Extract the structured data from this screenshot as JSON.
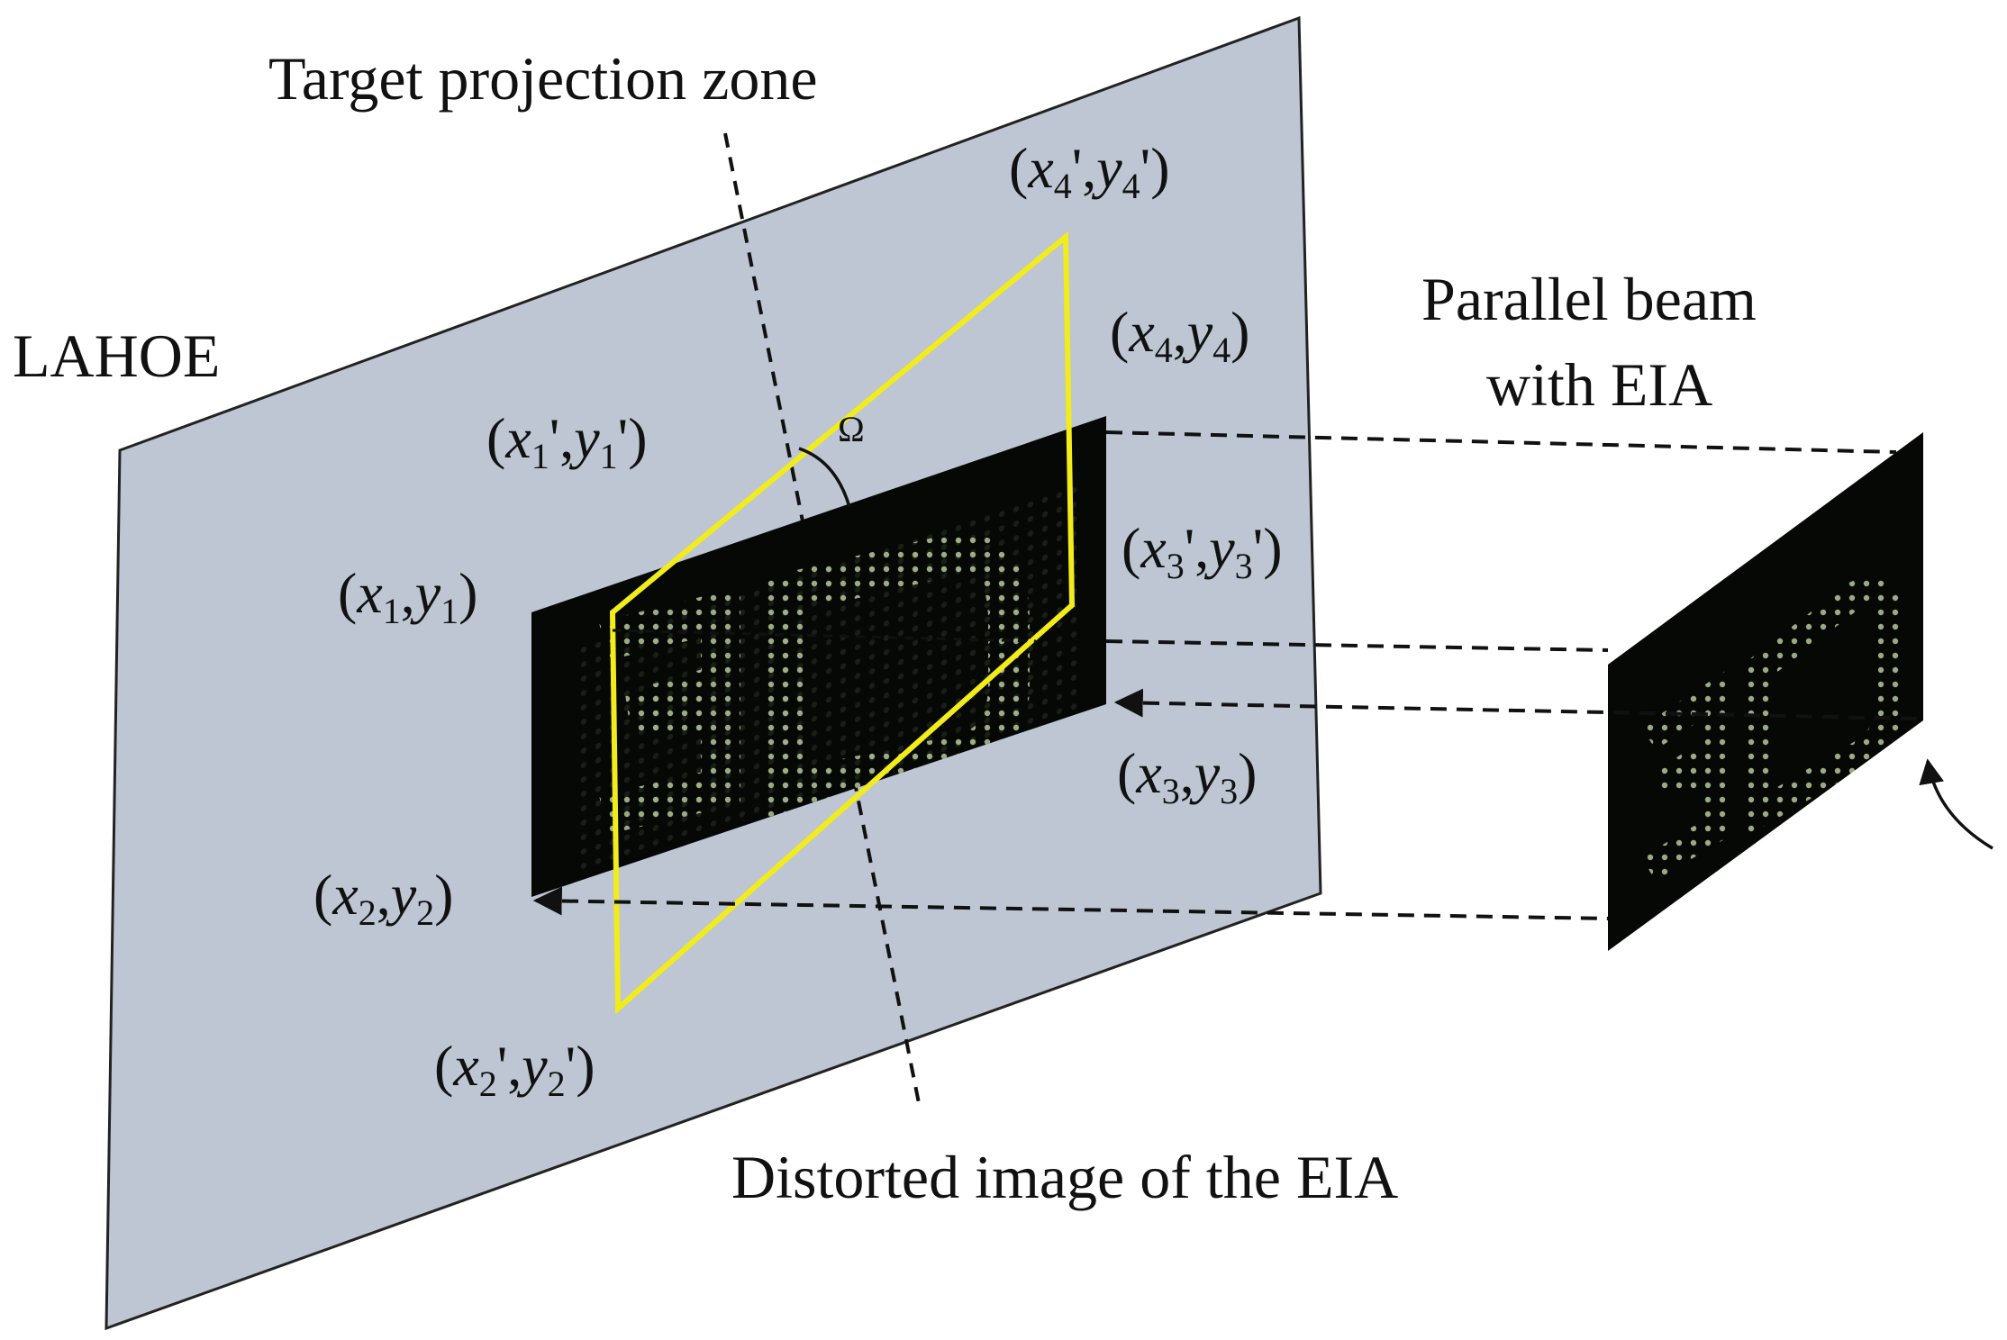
{
  "labels": {
    "target_zone": "Target projection zone",
    "lahoe": "LAHOE",
    "parallel_beam_line1": "Parallel beam",
    "parallel_beam_line2": "with EIA",
    "distorted": "Distorted image of the EIA",
    "omega": "Ω"
  },
  "coords": {
    "p1": {
      "open": "(",
      "x": "x",
      "xs": "1",
      "sep": ",",
      "y": "y",
      "ys": "1",
      "close": ")"
    },
    "p2": {
      "open": "(",
      "x": "x",
      "xs": "2",
      "sep": ",",
      "y": "y",
      "ys": "2",
      "close": ")"
    },
    "p3": {
      "open": "(",
      "x": "x",
      "xs": "3",
      "sep": ",",
      "y": "y",
      "ys": "3",
      "close": ")"
    },
    "p4": {
      "open": "(",
      "x": "x",
      "xs": "4",
      "sep": ",",
      "y": "y",
      "ys": "4",
      "close": ")"
    },
    "p1p": {
      "open": "(",
      "x": "x",
      "xs": "1",
      "xp": "'",
      "sep": ",",
      "y": "y",
      "ys": "1",
      "yp": "'",
      "close": ")"
    },
    "p2p": {
      "open": "(",
      "x": "x",
      "xs": "2",
      "xp": "'",
      "sep": ",",
      "y": "y",
      "ys": "2",
      "yp": "'",
      "close": ")"
    },
    "p3p": {
      "open": "(",
      "x": "x",
      "xs": "3",
      "xp": "'",
      "sep": ",",
      "y": "y",
      "ys": "3",
      "yp": "'",
      "close": ")"
    },
    "p4p": {
      "open": "(",
      "x": "x",
      "xs": "4",
      "xp": "'",
      "sep": ",",
      "y": "y",
      "ys": "4",
      "yp": "'",
      "close": ")"
    }
  },
  "colors": {
    "plane": "#bdc6d2",
    "image": "#050805",
    "pattern": "#c8dca8",
    "target": "#f2ec1a",
    "line": "#111111"
  }
}
